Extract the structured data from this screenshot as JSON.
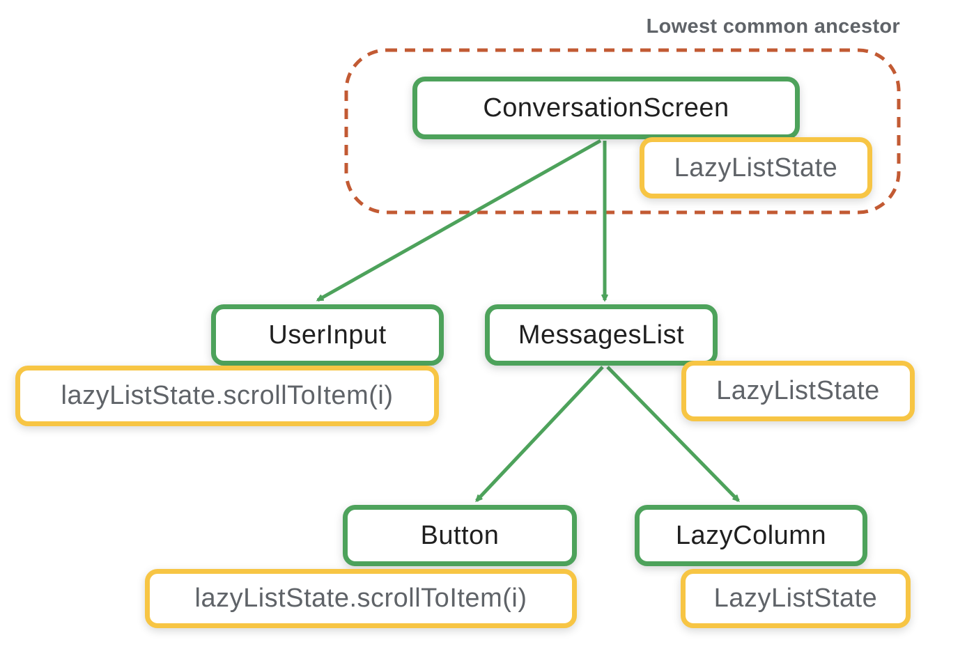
{
  "title": "Lowest common ancestor",
  "colors": {
    "node_border_green": "#4DA25B",
    "state_border_yellow": "#F7C544",
    "lca_dashed_orange": "#C25A33",
    "state_text_gray": "#5F6368",
    "node_text_black": "#1f1f1f"
  },
  "nodes": {
    "conversation_screen": {
      "label": "ConversationScreen"
    },
    "user_input": {
      "label": "UserInput"
    },
    "messages_list": {
      "label": "MessagesList"
    },
    "button": {
      "label": "Button"
    },
    "lazy_column": {
      "label": "LazyColumn"
    }
  },
  "states": {
    "lca_state": {
      "label": "LazyListState"
    },
    "messages_list_state": {
      "label": "LazyListState"
    },
    "lazy_column_state": {
      "label": "LazyListState"
    },
    "user_input_call": {
      "label": "lazyListState.scrollToItem(i)"
    },
    "button_call": {
      "label": "lazyListState.scrollToItem(i)"
    }
  },
  "edges": [
    {
      "from": "conversation_screen",
      "to": "user_input"
    },
    {
      "from": "conversation_screen",
      "to": "messages_list"
    },
    {
      "from": "messages_list",
      "to": "button"
    },
    {
      "from": "messages_list",
      "to": "lazy_column"
    }
  ]
}
